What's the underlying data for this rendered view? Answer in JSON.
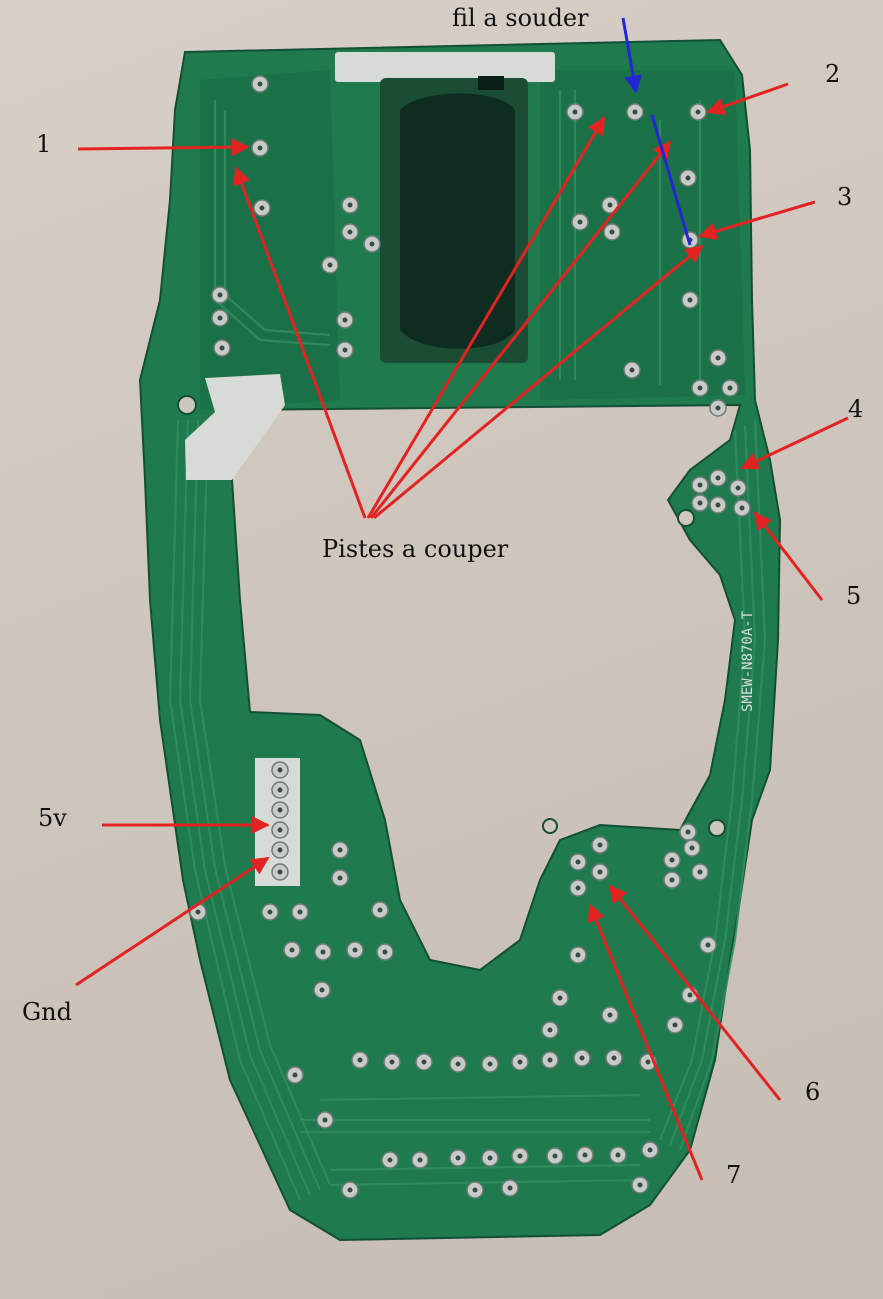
{
  "colors": {
    "background": "#cfc6bd",
    "pcb": "#1f7a4e",
    "pcb_dark": "#15603b",
    "arrow_red": "#e32222",
    "arrow_blue": "#2525d8"
  },
  "labels": {
    "fil": "fil a souder",
    "n1": "1",
    "n2": "2",
    "n3": "3",
    "n4": "4",
    "n5": "5",
    "n6": "6",
    "n7": "7",
    "pistes": "Pistes a couper",
    "v5": "5v",
    "gnd": "Gnd"
  },
  "board": {
    "marking": "SMEW-N870A-T"
  }
}
